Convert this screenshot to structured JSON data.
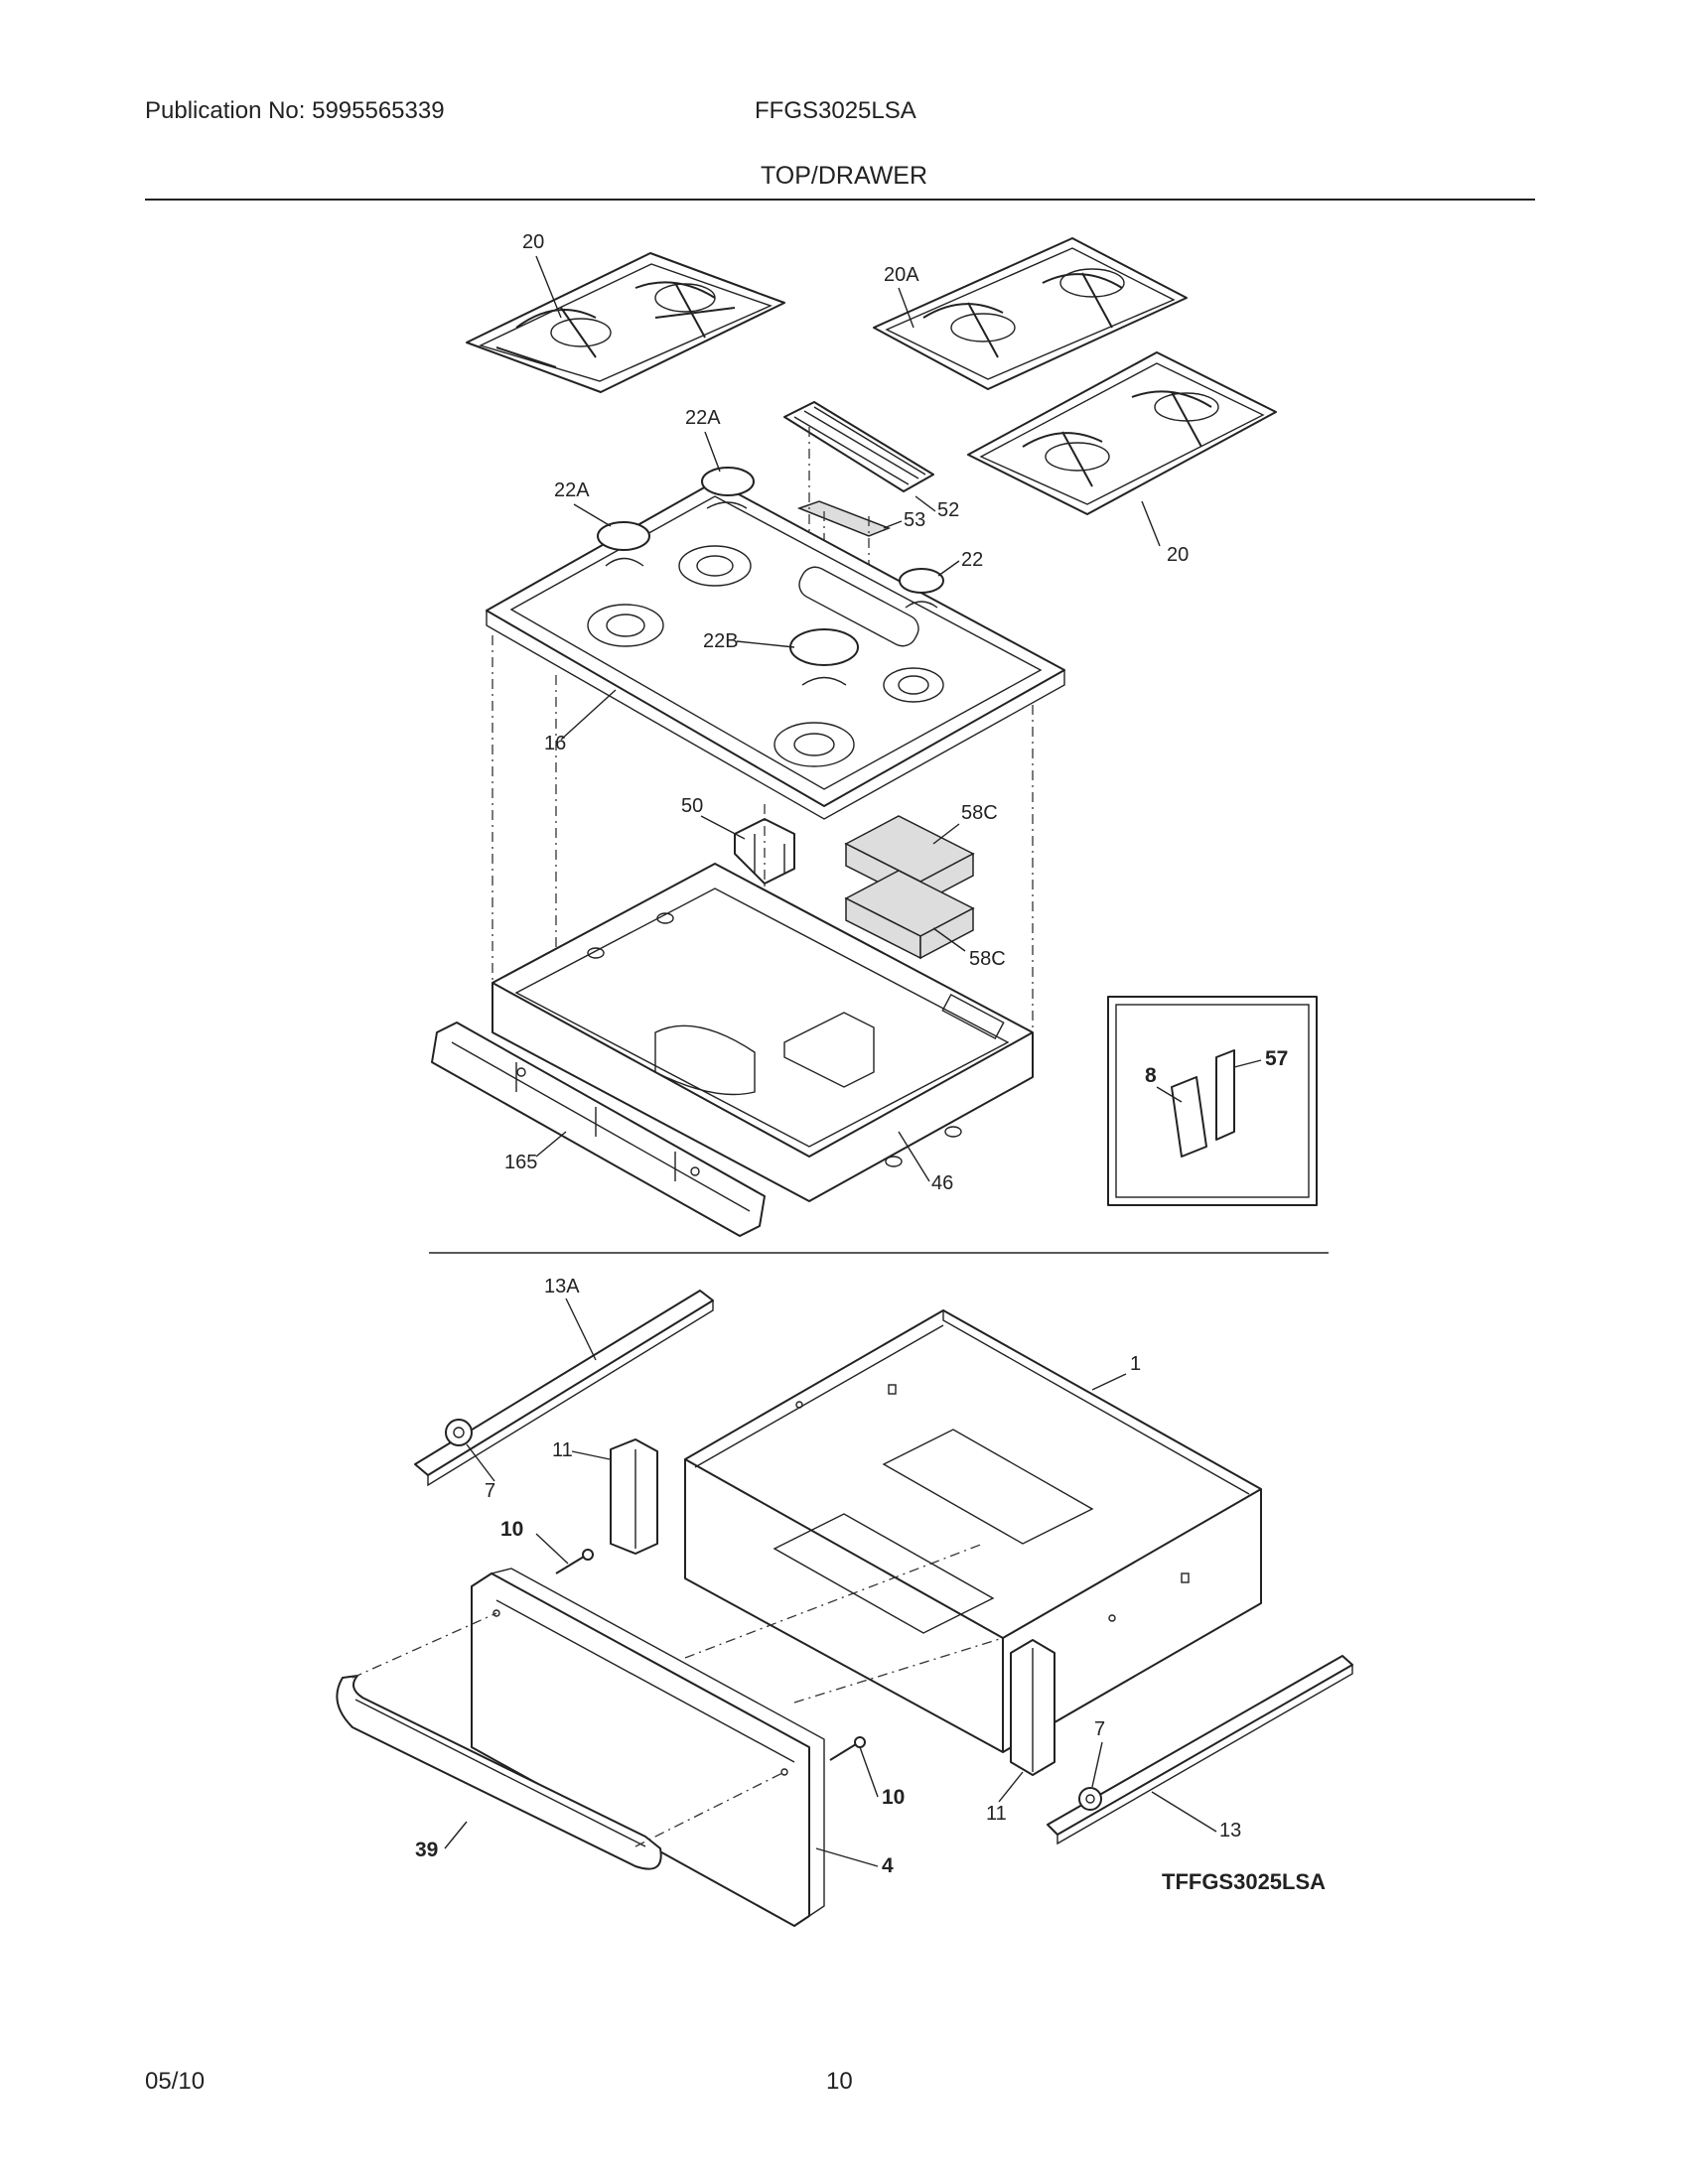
{
  "header": {
    "publication": "Publication No: 5995565339",
    "model": "FFGS3025LSA",
    "section_title": "TOP/DRAWER"
  },
  "footer": {
    "date": "05/10",
    "page": "10"
  },
  "diagram": {
    "code": "TFFGS3025LSA",
    "labels": {
      "grate_left": "20",
      "grate_center": "20A",
      "grate_right": "20",
      "cap_rear_center": "22A",
      "cap_rear_left": "22A",
      "cap_right": "22",
      "cap_center": "22B",
      "vent_trim": "52",
      "vent_grille": "53",
      "cooktop": "16",
      "bracket": "50",
      "insulation_upper": "58C",
      "insulation_lower": "58C",
      "burner_box": "46",
      "manifold_bracket": "165",
      "inset_part_8": "8",
      "inset_part_57": "57",
      "rail_left": "13A",
      "roller_left": "7",
      "drawer_body": "1",
      "slide_bracket_left": "11",
      "screw_left": "10",
      "drawer_front": "4",
      "screw_right": "10",
      "handle": "39",
      "slide_bracket_right": "11",
      "roller_right": "7",
      "rail_right": "13"
    }
  }
}
